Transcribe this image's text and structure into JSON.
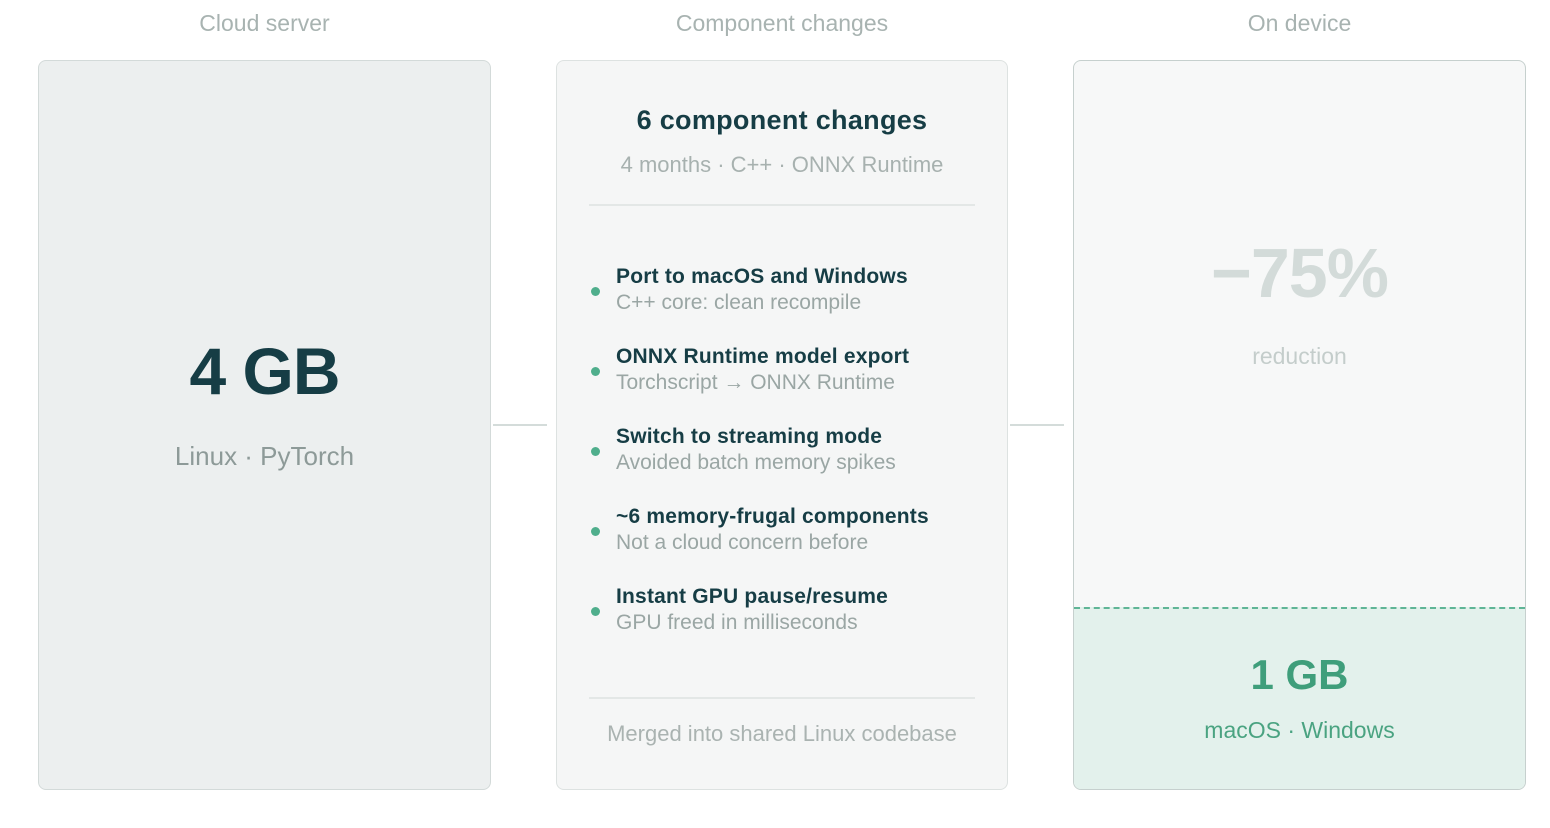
{
  "columns": {
    "left_title": "Cloud server",
    "mid_title": "Component changes",
    "right_title": "On device"
  },
  "cloud": {
    "memory": "4 GB",
    "stack": "Linux · PyTorch"
  },
  "changes": {
    "title": "6 component changes",
    "subtitle": "4 months · C++ · ONNX Runtime",
    "items": [
      {
        "title": "Port to macOS and Windows",
        "desc": "C++ core: clean recompile"
      },
      {
        "title": "ONNX Runtime model export",
        "desc": "Torchscript → ONNX Runtime"
      },
      {
        "title": "Switch to streaming mode",
        "desc": "Avoided batch memory spikes"
      },
      {
        "title": "~6 memory-frugal components",
        "desc": "Not a cloud concern before"
      },
      {
        "title": "Instant GPU pause/resume",
        "desc": "GPU freed in milliseconds"
      }
    ],
    "footer": "Merged into shared Linux codebase"
  },
  "device": {
    "reduction_pct": "−75%",
    "reduction_label": "reduction",
    "memory": "1 GB",
    "stack": "macOS · Windows",
    "fill_fraction": 0.25
  },
  "colors": {
    "dark_text": "#163d45",
    "accent_green": "#4fae8c",
    "muted": "#a8b3b1"
  }
}
